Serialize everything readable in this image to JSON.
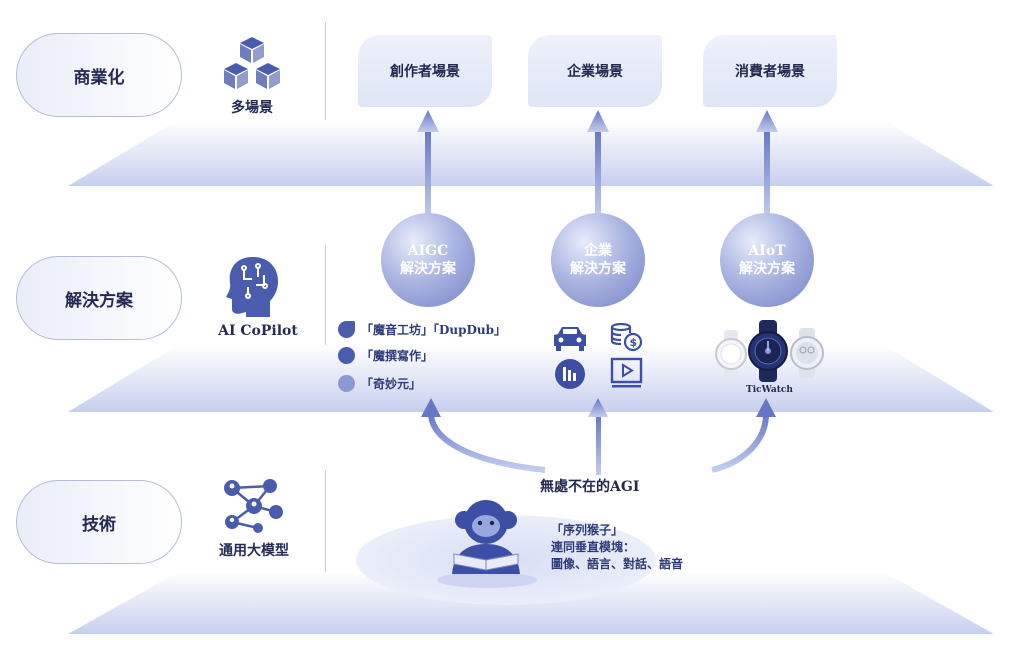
{
  "layers": {
    "commercial": {
      "label": "商業化",
      "icon": "cubes-icon",
      "icon_label": "多場景"
    },
    "solution": {
      "label": "解決方案",
      "icon": "ai-head-icon",
      "icon_label": "AI CoPilot"
    },
    "tech": {
      "label": "技術",
      "icon": "network-people-icon",
      "icon_label": "通用大模型"
    }
  },
  "scenarios": [
    "創作者場景",
    "企業場景",
    "消費者場景"
  ],
  "solutions": [
    {
      "line1": "AIGC",
      "line2": "解決方案"
    },
    {
      "line1": "企業",
      "line2": "解決方案"
    },
    {
      "line1": "AIoT",
      "line2": "解決方案"
    }
  ],
  "aigc_products": [
    "「魔音工坊」「DupDub」",
    "「魔撰寫作」",
    "「奇妙元」"
  ],
  "enterprise_icons": [
    "car-icon",
    "coins-icon",
    "chart-icon",
    "play-icon"
  ],
  "watch_brand": "TicWatch",
  "agi_title": "無處不在的AGI",
  "model": {
    "name": "「序列猴子」",
    "line2": "連同垂直模塊：",
    "line3": "圖像、語言、對話、語音"
  },
  "colors": {
    "accent": "#4a5cae",
    "arrow": "#6f7fc9",
    "text": "#252a55"
  }
}
